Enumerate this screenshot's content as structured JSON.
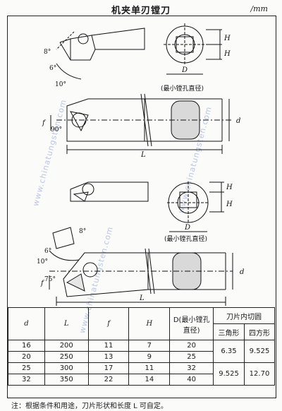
{
  "header": {
    "title": "机夹单刃镗刀",
    "unit": "/mm"
  },
  "drawing": {
    "angle_8_top": "8°",
    "angle_6": "6°",
    "angle_10_top": "10°",
    "label_H1": "H",
    "label_D1": "D",
    "caption_min_bore_1": "(最小镗孔直径)",
    "label_f1": "f",
    "angle_90": "90°",
    "label_d1": "d",
    "label_L1": "L",
    "label_H2a": "H",
    "label_H2b": "H",
    "label_D2": "D",
    "caption_min_bore_2": "(最小镗孔直径)",
    "angle_8_bottom": "8°",
    "angle_6_bottom": "6°",
    "angle_10_bottom": "10°",
    "angle_75": "75°",
    "label_f2": "f",
    "label_d2": "d",
    "label_L2": "L",
    "watermark": "www.chinatungsten.com"
  },
  "table": {
    "headers": {
      "d": "d",
      "L": "L",
      "f": "f",
      "H": "H",
      "D": "D(最小镗孔直径)",
      "insert_circle": "刀片内切圆",
      "triangle": "三角形",
      "square": "四方形"
    },
    "rows": [
      {
        "d": "16",
        "L": "200",
        "f": "11",
        "H": "7",
        "D": "20"
      },
      {
        "d": "20",
        "L": "250",
        "f": "13",
        "H": "9",
        "D": "25"
      },
      {
        "d": "25",
        "L": "300",
        "f": "17",
        "H": "11",
        "D": "32"
      },
      {
        "d": "32",
        "L": "350",
        "f": "22",
        "H": "14",
        "D": "40"
      }
    ],
    "insert_values": {
      "triangle_small": "6.35",
      "square_small": "9.525",
      "triangle_large": "9.525",
      "square_large": "12.70"
    }
  },
  "note": "注：根据条件和用途，刀片形状和长度 L 可自定。"
}
